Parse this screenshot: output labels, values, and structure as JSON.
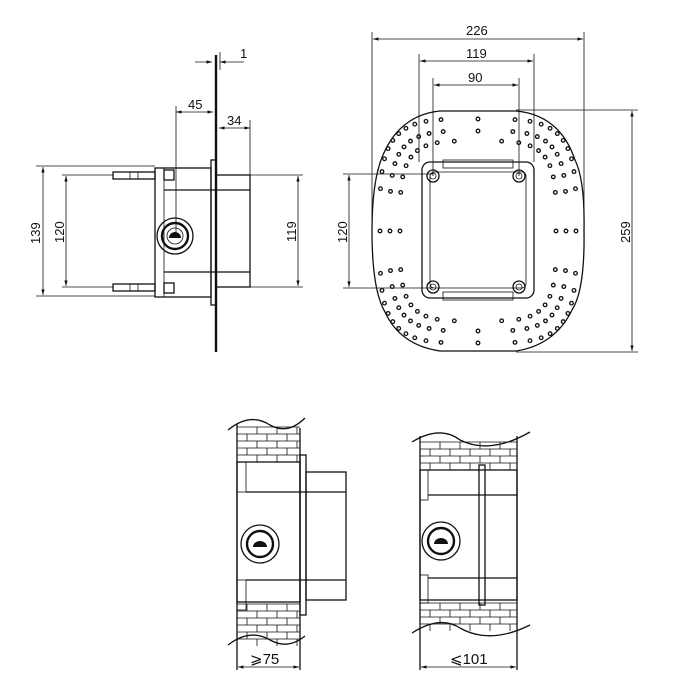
{
  "side_view": {
    "dims": {
      "plate_thickness": "1",
      "depth_behind": "45",
      "depth_front": "34",
      "overall_height": "139",
      "anchor_spacing": "120",
      "flange_height": "119"
    }
  },
  "front_view": {
    "dims": {
      "overall_width": "226",
      "inner_width": "119",
      "hole_spacing_h": "90",
      "hole_spacing_v": "120",
      "overall_height": "259"
    }
  },
  "install_min": {
    "label": "⩾75"
  },
  "install_max": {
    "label": "⩽101"
  },
  "colors": {
    "line": "#111111",
    "background": "#ffffff"
  }
}
